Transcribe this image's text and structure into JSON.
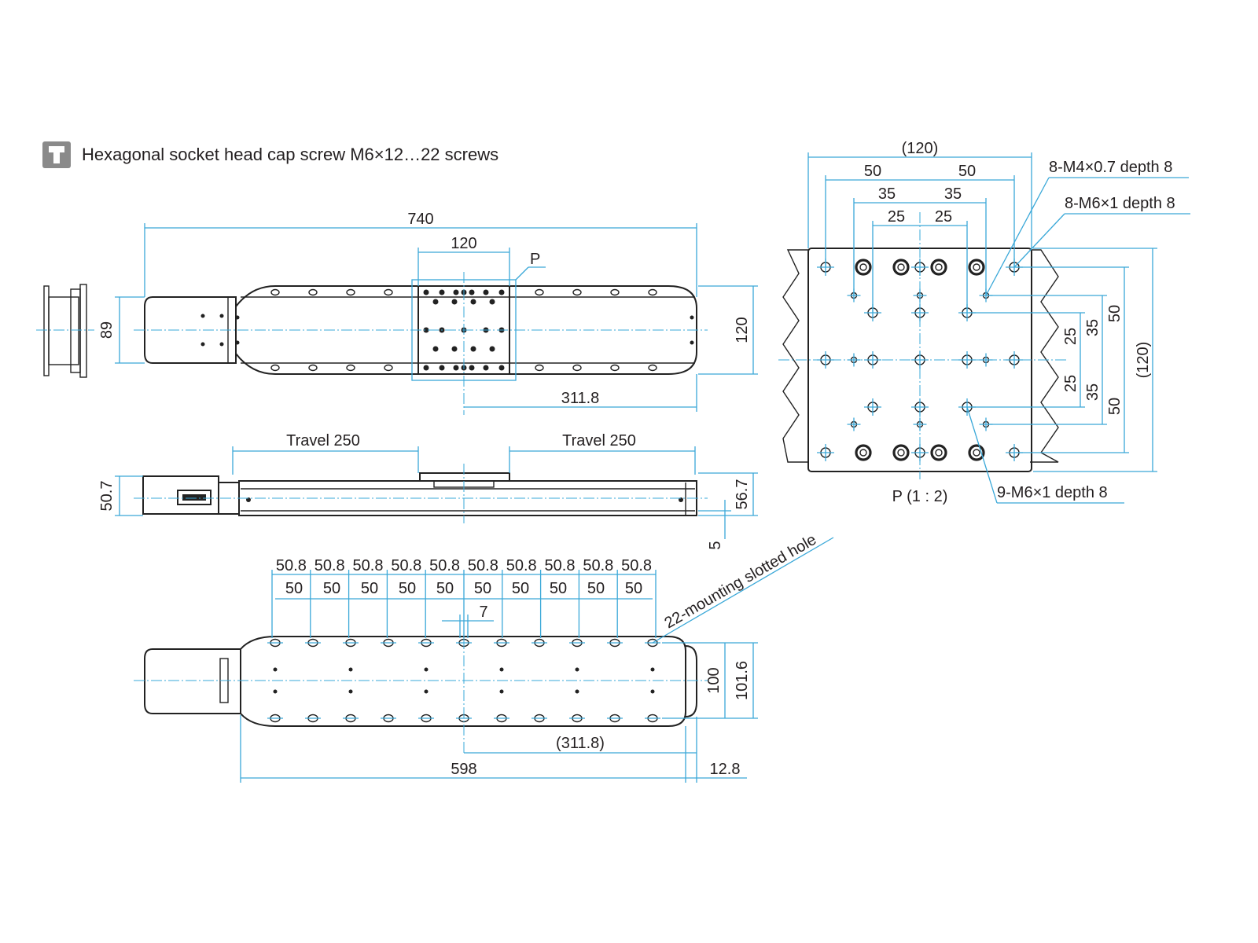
{
  "legend": {
    "icon": "cap-screw-icon",
    "text": "Hexagonal socket head cap screw M6×12…22 screws"
  },
  "top_view": {
    "length": "740",
    "table_width": "120",
    "detail_ref": "P",
    "height": "89",
    "table_height": "120",
    "center_offset": "311.8"
  },
  "side_view": {
    "travel_left": "Travel  250",
    "travel_right": "Travel  250",
    "height_left": "50.7",
    "height_right": "56.7",
    "foot": "5"
  },
  "bottom_view": {
    "pitch_outer": [
      "50.8",
      "50.8",
      "50.8",
      "50.8",
      "50.8",
      "50.8",
      "50.8",
      "50.8",
      "50.8",
      "50.8"
    ],
    "pitch_inner": [
      "50",
      "50",
      "50",
      "50",
      "50",
      "50",
      "50",
      "50",
      "50",
      "50"
    ],
    "slot": "7",
    "slotted_hole_callout": "22-mounting slotted hole",
    "width_inner": "100",
    "width_outer": "101.6",
    "center_offset": "(311.8)",
    "length": "598",
    "end_offset": "12.8"
  },
  "detail_view": {
    "overall": "(120)",
    "top_50_left": "50",
    "top_50_right": "50",
    "top_35_left": "35",
    "top_35_right": "35",
    "top_25_left": "25",
    "top_25_right": "25",
    "callout_m4": "8-M4×0.7 depth 8",
    "callout_m6": "8-M6×1 depth 8",
    "callout_m6_9": "9-M6×1 depth 8",
    "right_50_upper": "50",
    "right_35_upper": "35",
    "right_25_upper": "25",
    "right_25_lower": "25",
    "right_35_lower": "35",
    "right_50_lower": "50",
    "right_overall": "(120)",
    "scale_label": "P (1 : 2)"
  }
}
